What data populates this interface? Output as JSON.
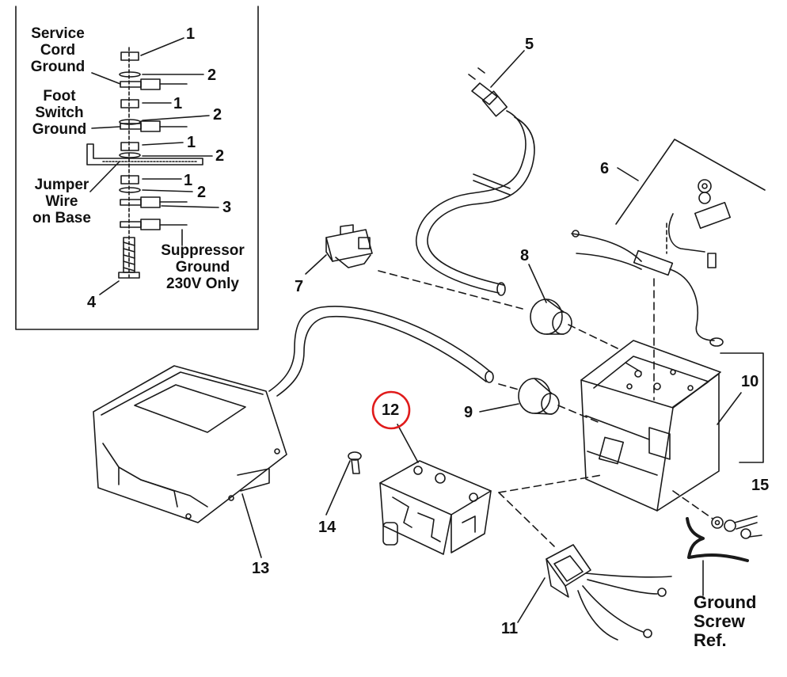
{
  "inset": {
    "service_cord_ground": [
      "Service",
      "Cord",
      "Ground"
    ],
    "foot_switch_ground": [
      "Foot",
      "Switch",
      "Ground"
    ],
    "jumper_wire": [
      "Jumper",
      "Wire",
      "on Base"
    ],
    "suppressor_ground": [
      "Suppressor",
      "Ground",
      "230V Only"
    ],
    "callouts": [
      "1",
      "2",
      "1",
      "2",
      "1",
      "2",
      "1",
      "2",
      "3",
      "4"
    ]
  },
  "parts": {
    "p5": "5",
    "p6": "6",
    "p7": "7",
    "p8": "8",
    "p9": "9",
    "p10": "10",
    "p11": "11",
    "p12": "12",
    "p13": "13",
    "p14": "14",
    "p15": "15"
  },
  "ground_ref": [
    "Ground",
    "Screw",
    "Ref."
  ],
  "colors": {
    "highlight": "#e01b1b",
    "line": "#1a1a1a"
  }
}
